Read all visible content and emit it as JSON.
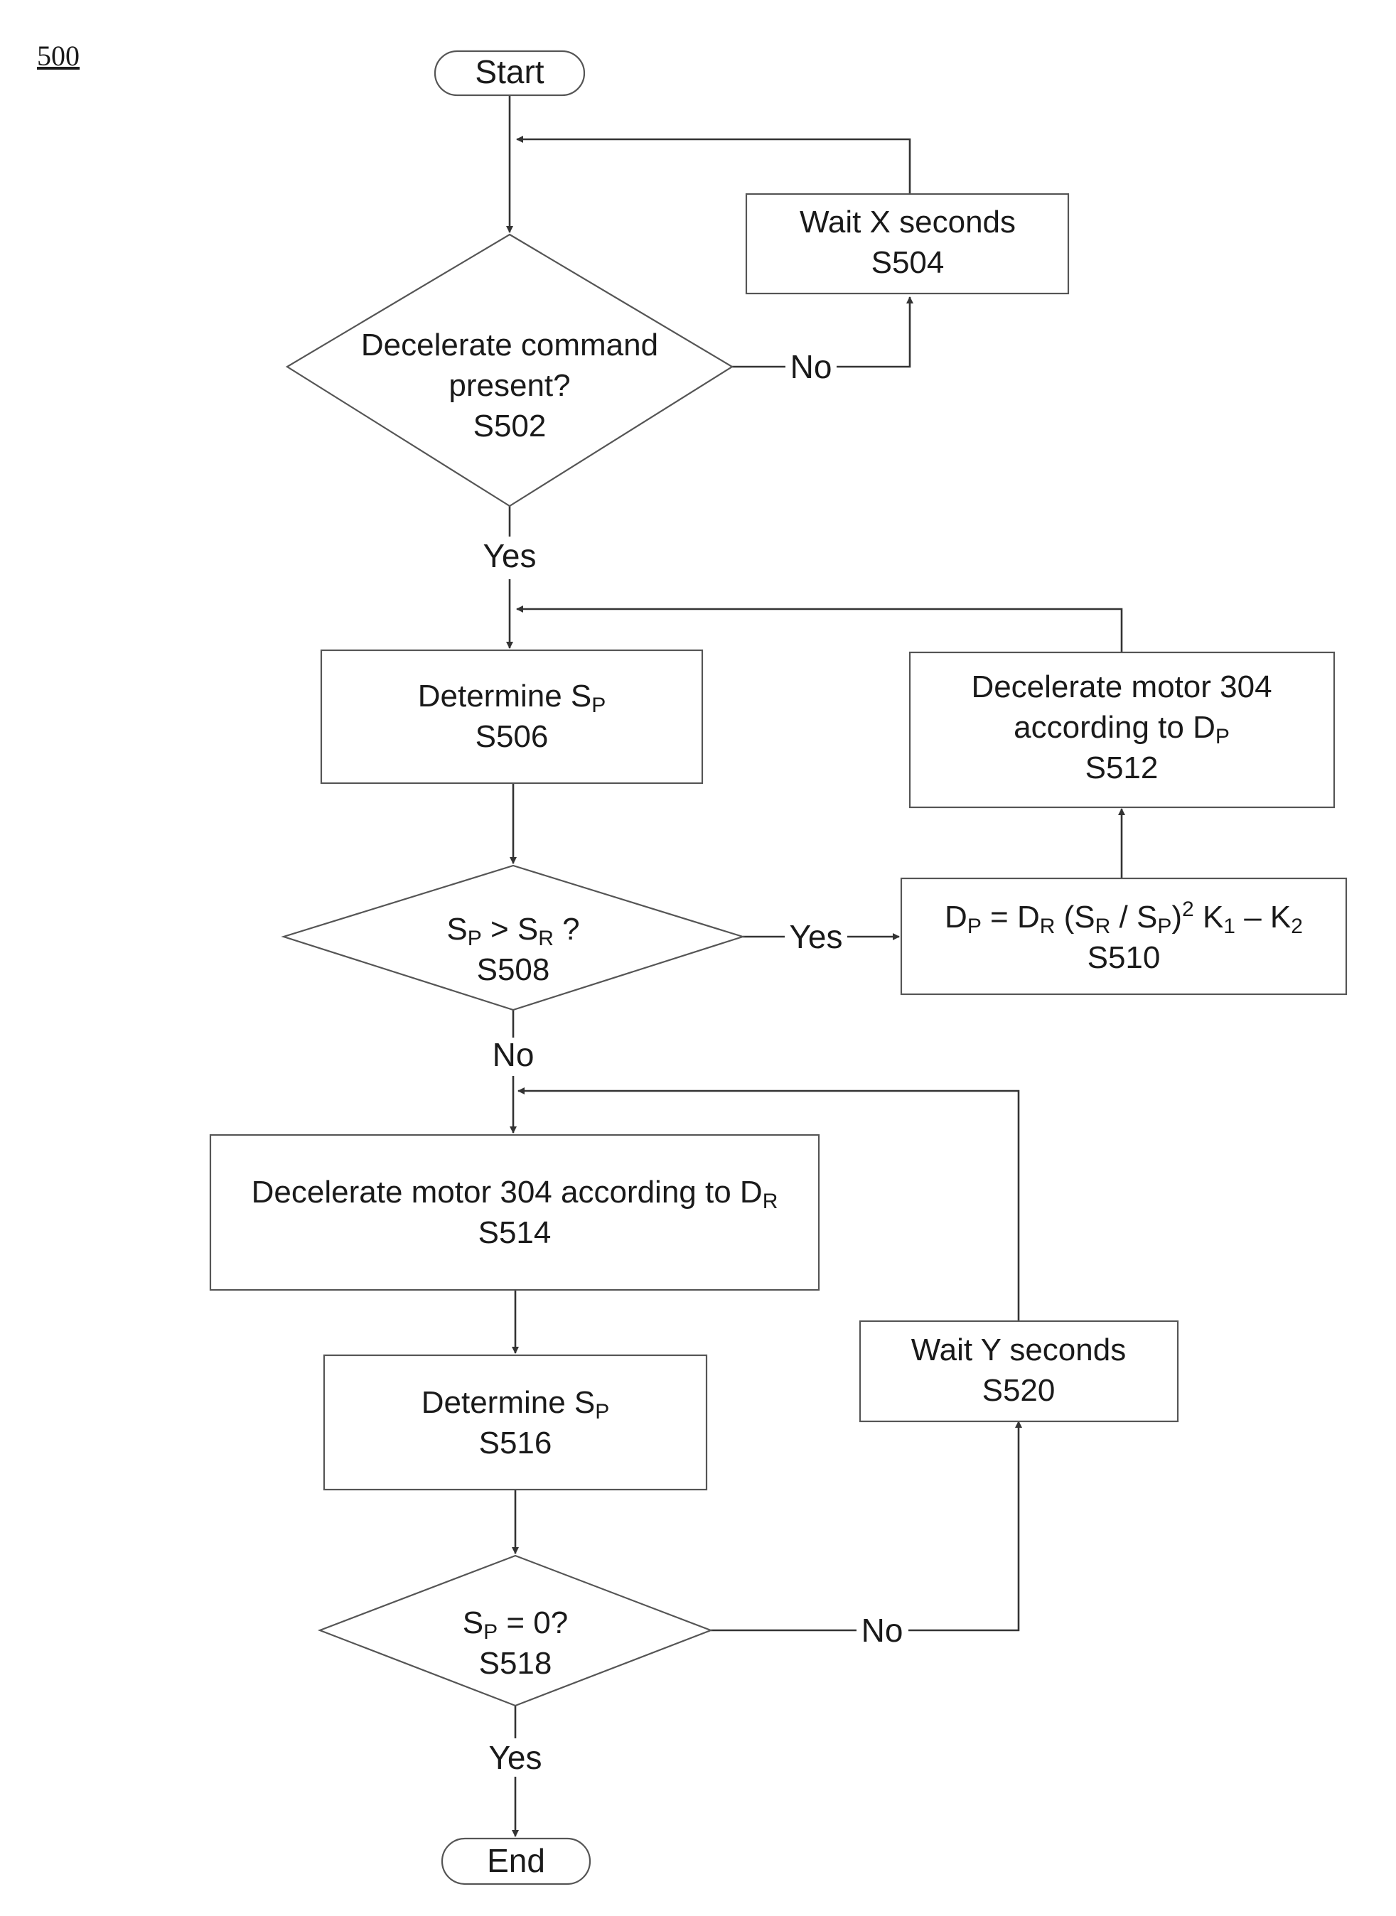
{
  "figure": {
    "number": "500"
  },
  "nodes": {
    "start": {
      "label": "Start"
    },
    "end": {
      "label": "End"
    },
    "s502": {
      "line1": "Decelerate command",
      "line2": "present?",
      "code": "S502"
    },
    "s504": {
      "line1": "Wait X seconds",
      "code": "S504"
    },
    "s506": {
      "text": "Determine S",
      "sub": "P",
      "code": "S506"
    },
    "s508": {
      "a": "S",
      "a_sub": "P",
      "op": " > S",
      "b_sub": "R",
      "tail": " ?",
      "code": "S508"
    },
    "s510": {
      "t1": "D",
      "t1_sub": "P",
      "t2": " = D",
      "t2_sub": "R",
      "t3": " (S",
      "t3_sub": "R",
      "t4": " / S",
      "t4_sub": "P",
      "t5": ")",
      "t5_sup": "2",
      "t6": " K",
      "t6_sub": "1",
      "t7": " – K",
      "t7_sub": "2",
      "code": "S510"
    },
    "s512": {
      "line1": "Decelerate motor 304",
      "line2": "according to D",
      "line2_sub": "P",
      "code": "S512"
    },
    "s514": {
      "text": "Decelerate motor 304 according to D",
      "sub": "R",
      "code": "S514"
    },
    "s516": {
      "text": "Determine S",
      "sub": "P",
      "code": "S516"
    },
    "s518": {
      "a": "S",
      "a_sub": "P",
      "tail": " = 0?",
      "code": "S518"
    },
    "s520": {
      "line1": "Wait Y seconds",
      "code": "S520"
    }
  },
  "edge_labels": {
    "s502_no": "No",
    "s502_yes": "Yes",
    "s508_yes": "Yes",
    "s508_no": "No",
    "s518_no": "No",
    "s518_yes": "Yes"
  },
  "colors": {
    "line": "#333333",
    "border": "#555555",
    "text": "#1a1a1a",
    "background": "#ffffff"
  }
}
